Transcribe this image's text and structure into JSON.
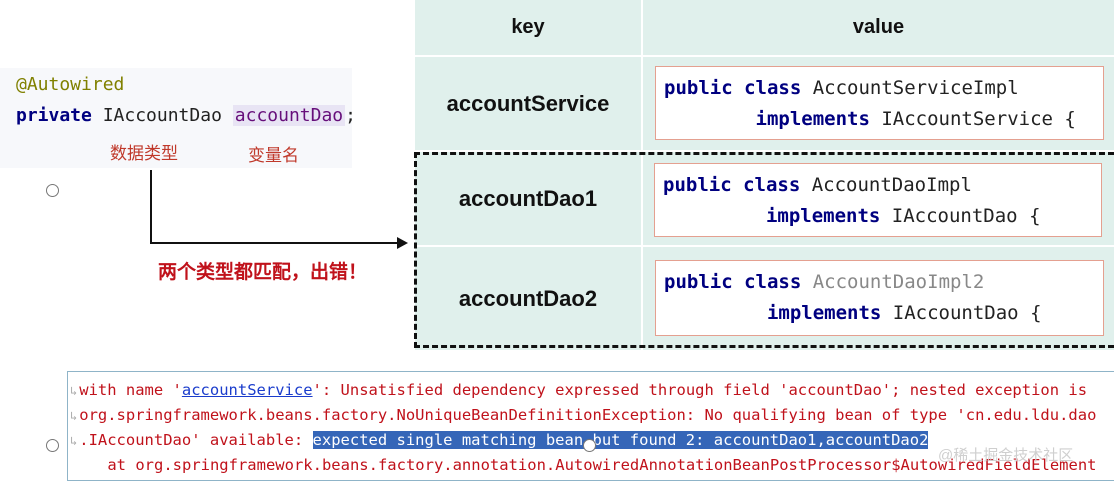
{
  "code": {
    "annotation": "@Autowired",
    "keyword": "private",
    "type": "IAccountDao",
    "var": "accountDao",
    "semicolon": ";",
    "label_type": "数据类型",
    "label_name": "变量名"
  },
  "error_note": "两个类型都匹配，出错！",
  "table": {
    "header_key": "key",
    "header_value": "value",
    "rows": [
      {
        "key": "accountService",
        "kw1": "public class",
        "cls": "AccountServiceImpl",
        "kw2": "implements",
        "iface": "IAccountService {"
      },
      {
        "key": "accountDao1",
        "kw1": "public class",
        "cls": "AccountDaoImpl",
        "kw2": "implements",
        "iface": "IAccountDao {"
      },
      {
        "key": "accountDao2",
        "kw1": "public class",
        "cls": "AccountDaoImpl2",
        "kw2": "implements",
        "iface": "IAccountDao {"
      }
    ]
  },
  "log": {
    "l1_pre": "with name '",
    "l1_link": "accountService",
    "l1_post": "': Unsatisfied dependency expressed through field 'accountDao'; nested exception is",
    "l2": "org.springframework.beans.factory.NoUniqueBeanDefinitionException: No qualifying bean of type 'cn.edu.ldu.dao",
    "l3_pre": ".IAccountDao' available: ",
    "l3_sel": "expected single matching bean but found 2: accountDao1,accountDao2",
    "l4": "    at org.springframework.beans.factory.annotation.AutowiredAnnotationBeanPostProcessor$AutowiredFieldElement"
  },
  "watermark": "@稀土掘金技术社区"
}
